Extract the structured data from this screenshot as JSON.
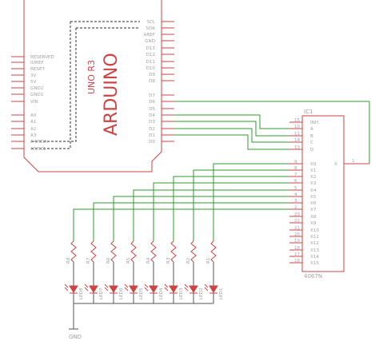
{
  "arduino": {
    "name_text": "ARDUINO",
    "model_text": "UNO R3",
    "left_pins": [
      "RESERVED",
      "IOREF",
      "RESET",
      "3V",
      "5V",
      "GND2",
      "GND1",
      "VIN",
      "A0",
      "A1",
      "A2",
      "A3",
      "A4/SDA",
      "A5/SCL"
    ],
    "right_pins": [
      "SCL",
      "SDA",
      "AREF",
      "GND",
      "D13",
      "D12",
      "D11",
      "D10",
      "D9",
      "D8",
      "D7",
      "D6",
      "D5",
      "D4",
      "D3",
      "D2",
      "D1",
      "D0"
    ]
  },
  "ic": {
    "ref": "IC1",
    "part": "4067N",
    "left_pins": [
      {
        "num": "15",
        "name": "INH"
      },
      {
        "num": "10",
        "name": "A"
      },
      {
        "num": "11",
        "name": "B"
      },
      {
        "num": "14",
        "name": "C"
      },
      {
        "num": "13",
        "name": "D"
      },
      {
        "num": "9",
        "name": "X0"
      },
      {
        "num": "8",
        "name": "X1"
      },
      {
        "num": "7",
        "name": "X2"
      },
      {
        "num": "6",
        "name": "X3"
      },
      {
        "num": "5",
        "name": "X4"
      },
      {
        "num": "4",
        "name": "X5"
      },
      {
        "num": "3",
        "name": "X6"
      },
      {
        "num": "2",
        "name": "X7"
      },
      {
        "num": "23",
        "name": "X8"
      },
      {
        "num": "22",
        "name": "X9"
      },
      {
        "num": "21",
        "name": "X10"
      },
      {
        "num": "20",
        "name": "X11"
      },
      {
        "num": "19",
        "name": "X12"
      },
      {
        "num": "18",
        "name": "X13"
      },
      {
        "num": "17",
        "name": "X14"
      },
      {
        "num": "16",
        "name": "X15"
      }
    ],
    "out_pin": {
      "num": "1",
      "name": "X"
    }
  },
  "resistors": [
    "R8",
    "R7",
    "R6",
    "R5",
    "R4",
    "R3",
    "R2",
    "R1"
  ],
  "leds": [
    "LED8",
    "LED7",
    "LED6",
    "LED5",
    "LED4",
    "LED3",
    "LED2",
    "LED1"
  ],
  "ground_label": "GND",
  "colors": {
    "outline": "#cc4444",
    "wire": "#2e9a2e",
    "text": "#a0a0a0"
  }
}
